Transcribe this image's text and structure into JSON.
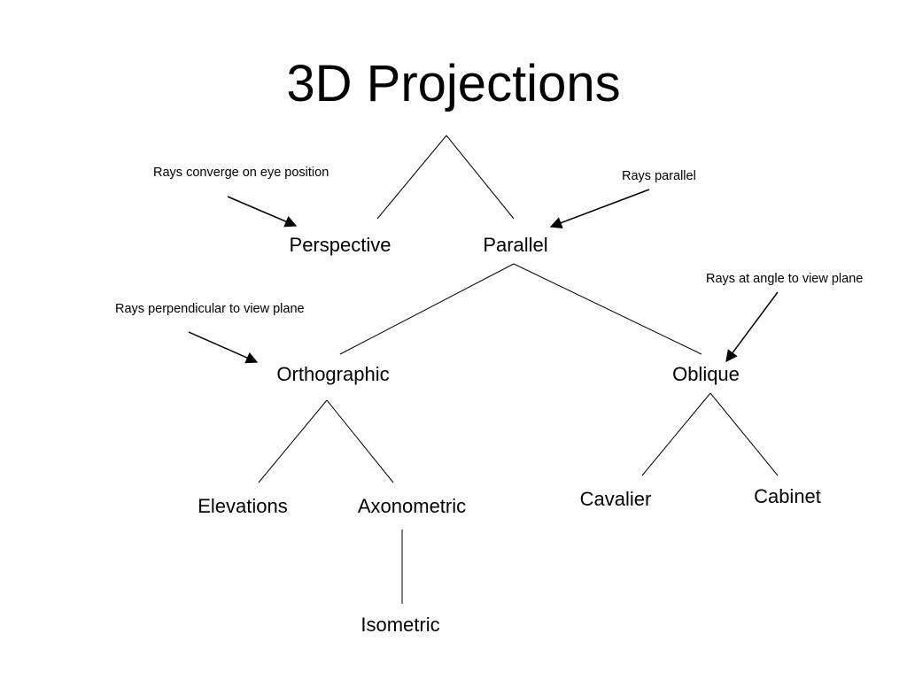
{
  "title": "3D Projections",
  "nodes": {
    "perspective": "Perspective",
    "parallel": "Parallel",
    "orthographic": "Orthographic",
    "oblique": "Oblique",
    "elevations": "Elevations",
    "axonometric": "Axonometric",
    "isometric": "Isometric",
    "cavalier": "Cavalier",
    "cabinet": "Cabinet"
  },
  "annotations": {
    "perspective_note": "Rays converge on eye position",
    "parallel_note": "Rays parallel",
    "orthographic_note": "Rays perpendicular to view plane",
    "oblique_note": "Rays at angle to view plane"
  },
  "colors": {
    "ink": "#000000",
    "background": "#ffffff"
  }
}
